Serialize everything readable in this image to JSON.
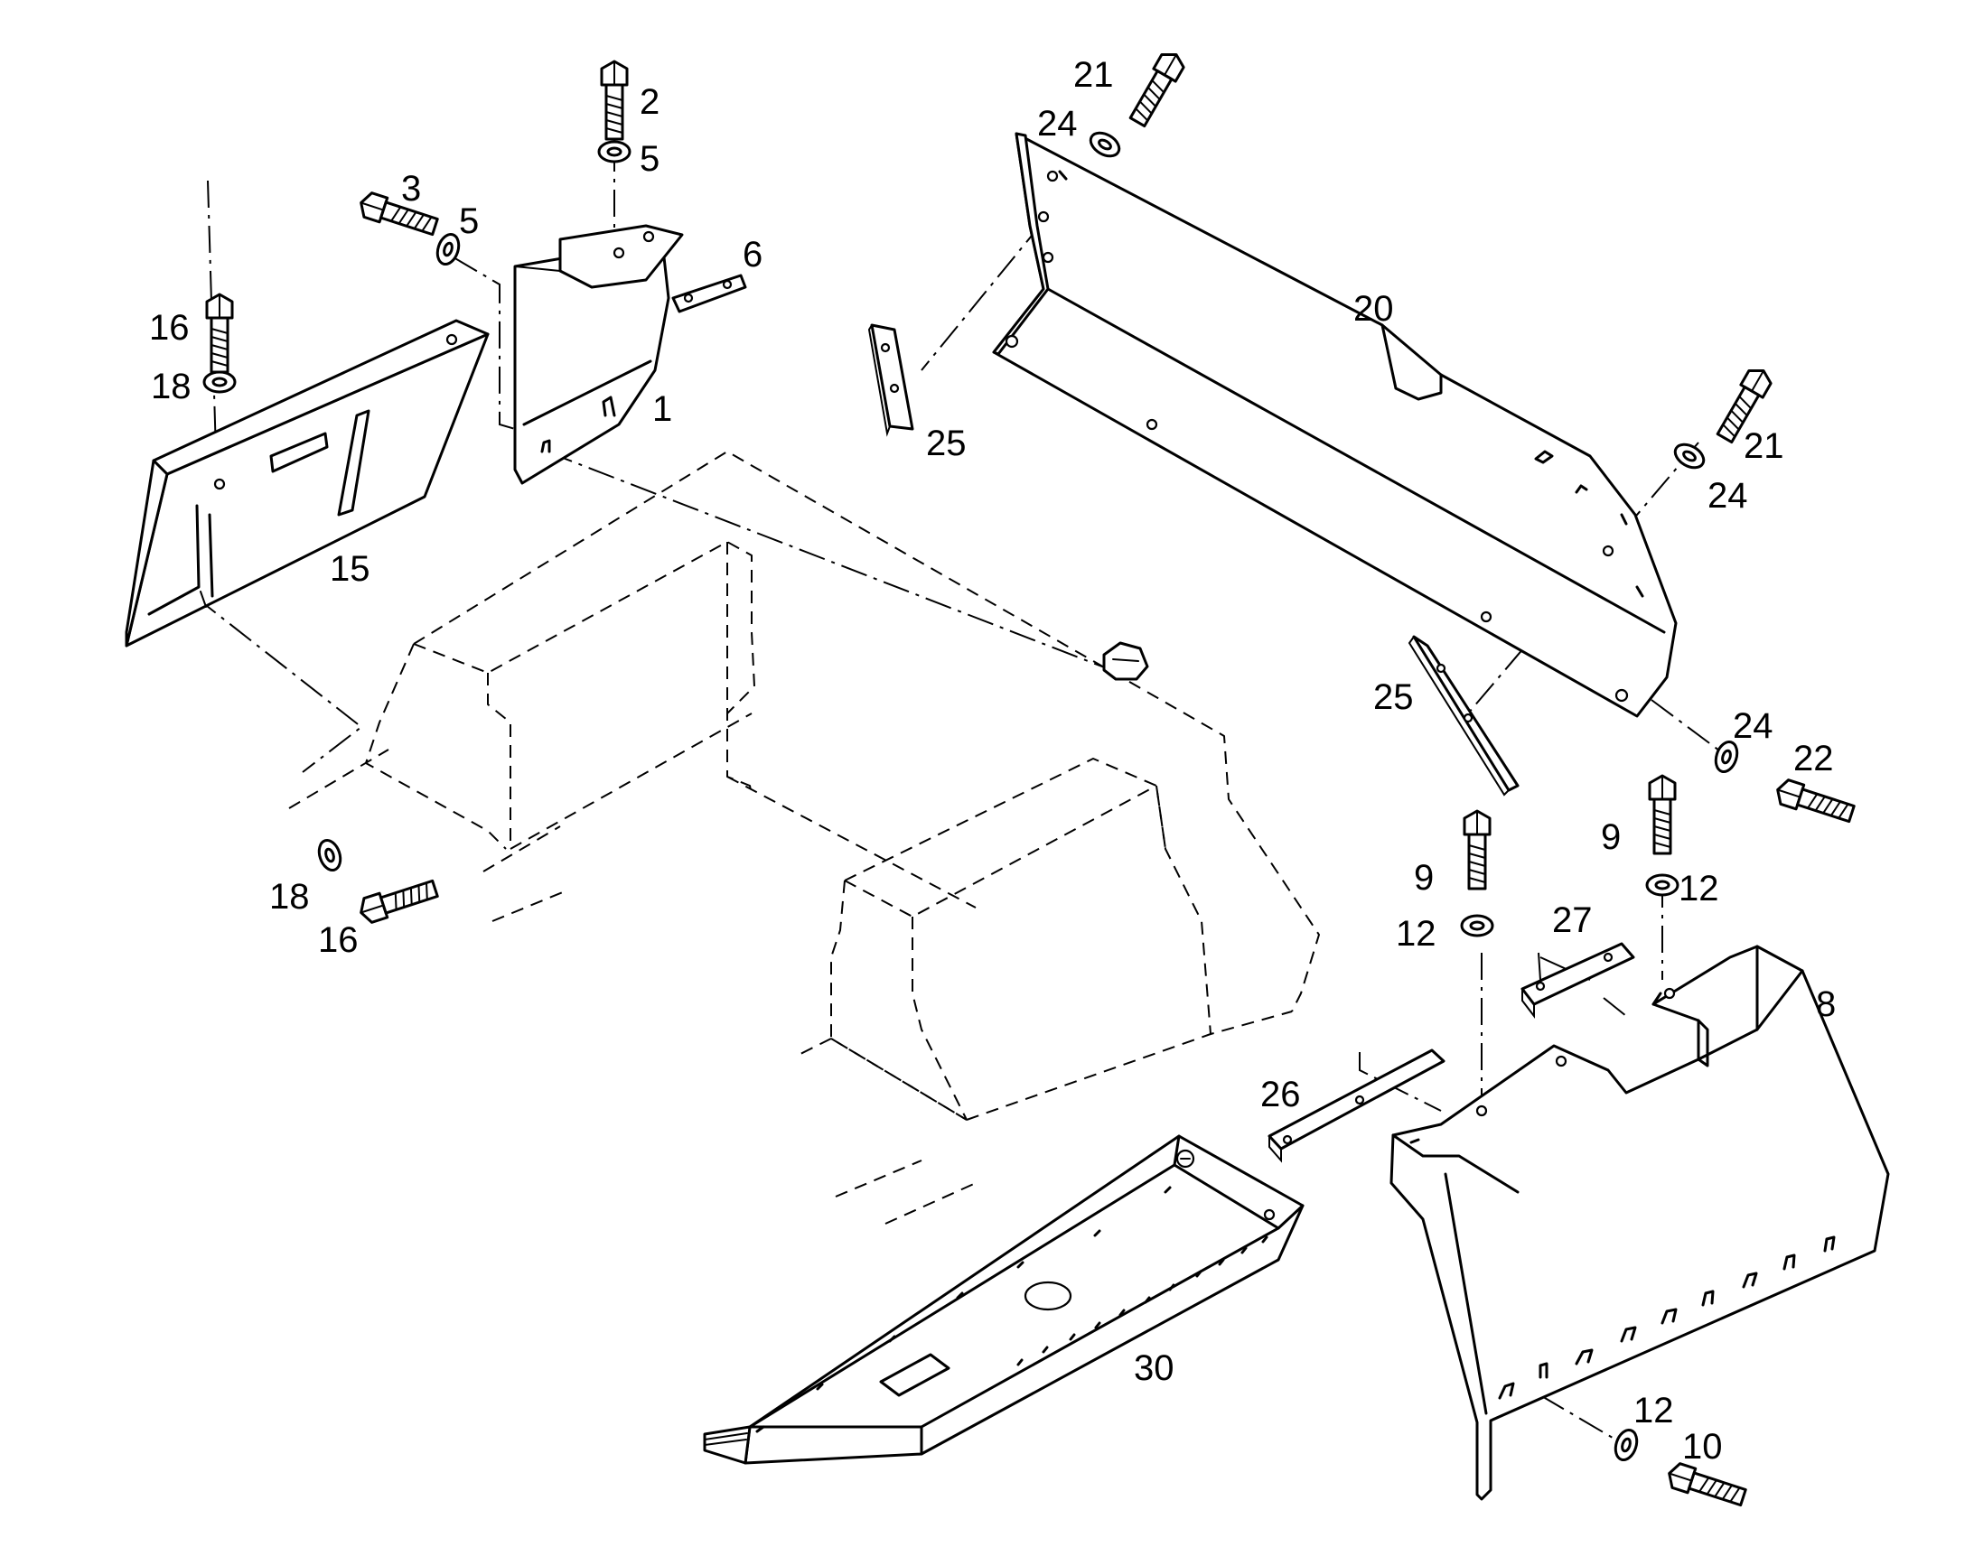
{
  "callouts": {
    "c1": "1",
    "c2": "2",
    "c3": "3",
    "c5a": "5",
    "c5b": "5",
    "c6": "6",
    "c8": "8",
    "c9a": "9",
    "c9b": "9",
    "c10": "10",
    "c12a": "12",
    "c12b": "12",
    "c12c": "12",
    "c15": "15",
    "c16a": "16",
    "c16b": "16",
    "c18a": "18",
    "c18b": "18",
    "c20": "20",
    "c21a": "21",
    "c21b": "21",
    "c22": "22",
    "c24a": "24",
    "c24b": "24",
    "c24c": "24",
    "c25a": "25",
    "c25b": "25",
    "c26": "26",
    "c27": "27",
    "c30": "30"
  }
}
